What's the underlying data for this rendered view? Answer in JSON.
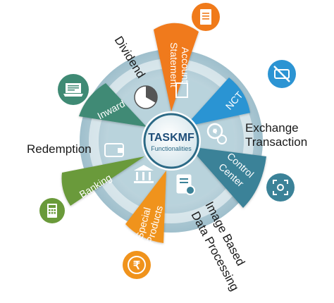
{
  "hub": {
    "title": "TASKMF",
    "subtitle": "Functionalities"
  },
  "segments": [
    {
      "key": "account-statement",
      "label_lines": [
        "Account",
        "Statement"
      ],
      "color": "#f07a1a",
      "icon": "document-icon"
    },
    {
      "key": "nct",
      "label_lines": [
        "NCT"
      ],
      "color": "#2c94d3",
      "icon": "cogs-icon"
    },
    {
      "key": "control-center",
      "label_lines": [
        "Control",
        "Center"
      ],
      "color": "#3b8298",
      "icon": "photo-document-icon"
    },
    {
      "key": "special-products",
      "label_lines": [
        "Special",
        "Products"
      ],
      "color": "#f0931c",
      "icon": "folder-icon"
    },
    {
      "key": "banking",
      "label_lines": [
        "Banking"
      ],
      "color": "#6a9a3a",
      "icon": "bank-icon"
    },
    {
      "key": "inward",
      "label_lines": [
        "Inward"
      ],
      "color": "#3f8a74",
      "icon": "wallet-icon"
    }
  ],
  "outer_labels": {
    "dividend": "Dividend",
    "exchange_transaction_lines": [
      "Exchange",
      "Transaction"
    ],
    "redemption": "Redemption",
    "image_based_lines": [
      "Image Based",
      "Data Processing"
    ]
  },
  "outer_icons": [
    {
      "key": "document",
      "icon": "document-icon",
      "color": "#f07a1a"
    },
    {
      "key": "no-cash",
      "icon": "no-cash-icon",
      "color": "#2c94d3"
    },
    {
      "key": "scanner",
      "icon": "scanner-icon",
      "color": "#3b8298"
    },
    {
      "key": "rupee",
      "icon": "rupee-icon",
      "color": "#f0931c"
    },
    {
      "key": "calculator",
      "icon": "calculator-icon",
      "color": "#6a9a3a"
    },
    {
      "key": "laptop",
      "icon": "laptop-icon",
      "color": "#3f8a74"
    }
  ]
}
